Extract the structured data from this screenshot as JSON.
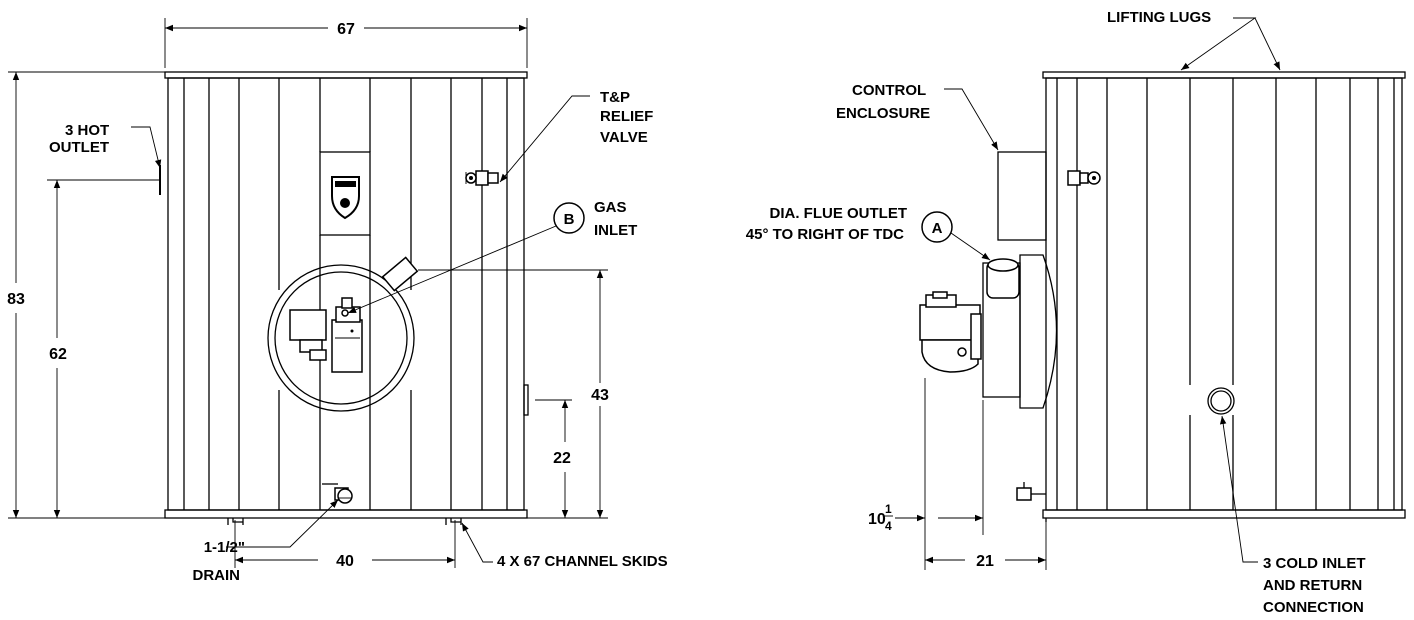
{
  "diagram": {
    "labels": {
      "lifting_lugs": "LIFTING LUGS",
      "control_enclosure_1": "CONTROL",
      "control_enclosure_2": "ENCLOSURE",
      "hot_outlet_1": "3 HOT",
      "hot_outlet_2": "OUTLET",
      "relief_1": "T&P",
      "relief_2": "RELIEF",
      "relief_3": "VALVE",
      "gas_inlet_1": "GAS",
      "gas_inlet_2": "INLET",
      "flue_1": "DIA. FLUE OUTLET",
      "flue_2": "45° TO RIGHT OF TDC",
      "drain_1": "1-1/2\"",
      "drain_2": "DRAIN",
      "skids": "4 X 67 CHANNEL SKIDS",
      "cold_1": "3 COLD INLET",
      "cold_2": "AND RETURN",
      "cold_3": "CONNECTION"
    },
    "callouts": {
      "a": "A",
      "b": "B"
    },
    "dimensions": {
      "width": "67",
      "height": "83",
      "hot_outlet_height": "62",
      "burner_center_height": "43",
      "cold_connection_height": "22",
      "skid_spacing": "40",
      "burner_base_whole": "10",
      "burner_base_num": "1",
      "burner_base_den": "4",
      "burner_projection": "21"
    }
  }
}
